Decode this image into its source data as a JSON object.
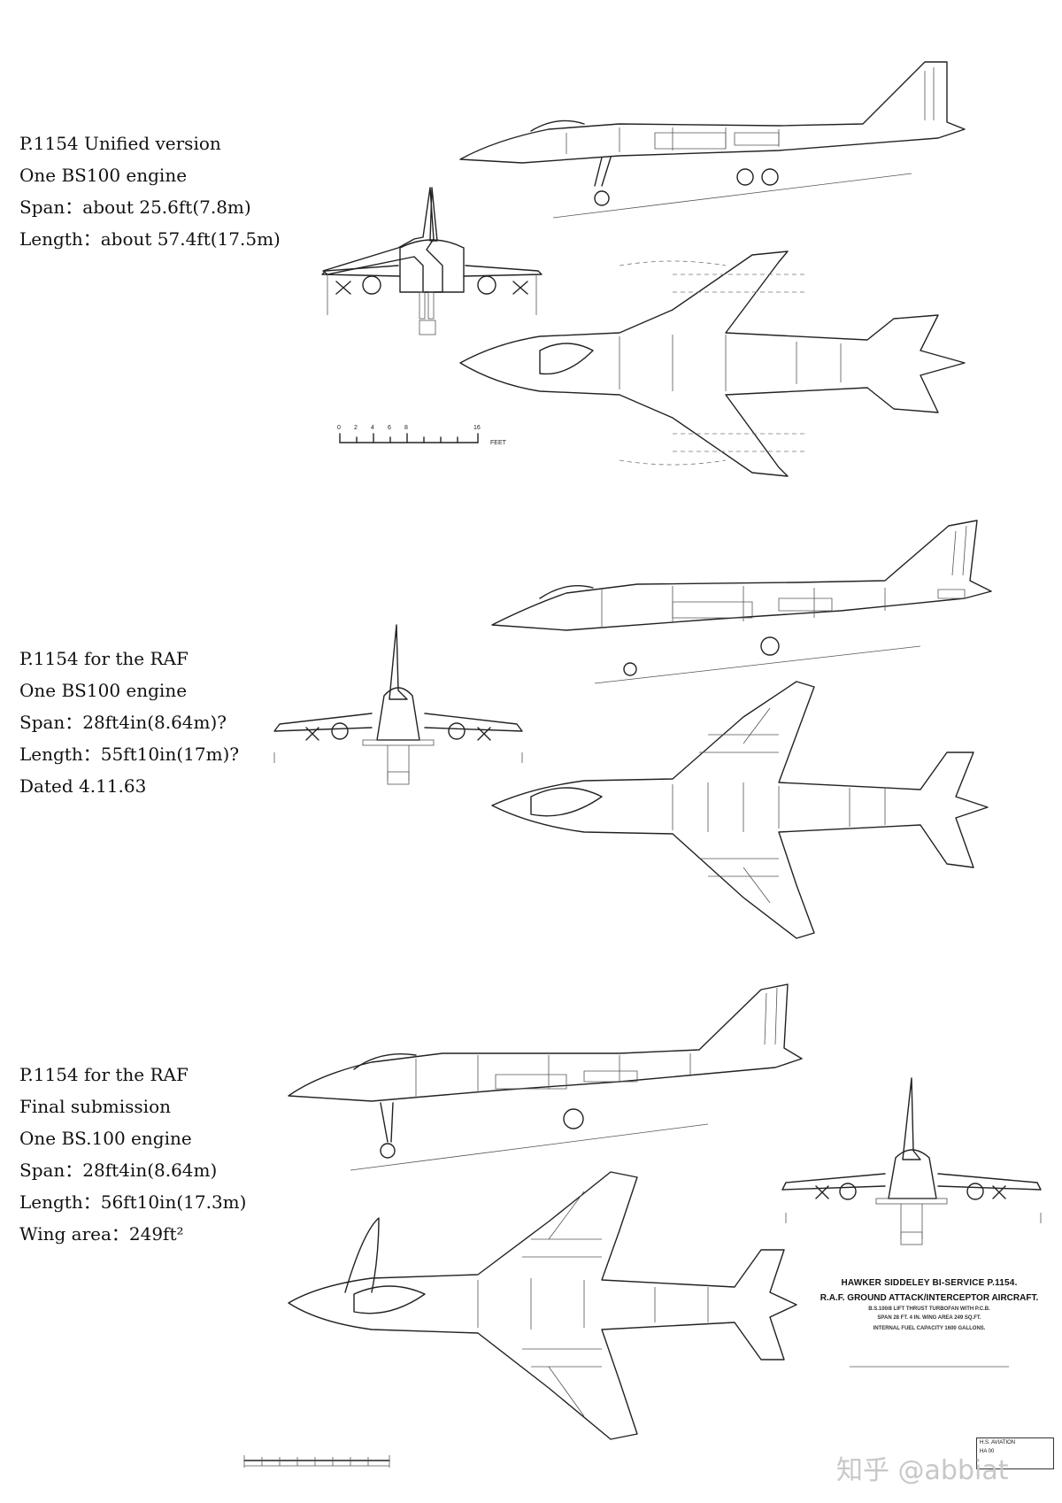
{
  "variants": [
    {
      "lines": [
        "P.1154 Unified version",
        "One BS100 engine",
        "Span：about 25.6ft(7.8m)",
        "Length：about 57.4ft(17.5m)"
      ]
    },
    {
      "lines": [
        "P.1154 for the RAF",
        "One BS100 engine",
        "Span：28ft4in(8.64m)?",
        "Length：55ft10in(17m)?",
        "Dated 4.11.63"
      ]
    },
    {
      "lines": [
        "P.1154 for the RAF",
        "Final submission",
        "One BS.100 engine",
        "Span：28ft4in(8.64m)",
        "Length：56ft10in(17.3m)",
        "Wing area：249ft²"
      ]
    }
  ],
  "scale_bar": {
    "ticks": [
      "0",
      "2",
      "4",
      "6",
      "8",
      "16"
    ],
    "unit": "FEET"
  },
  "drawing_title": {
    "line1": "HAWKER SIDDELEY BI-SERVICE P.1154.",
    "line2": "R.A.F. GROUND ATTACK/INTERCEPTOR AIRCRAFT.",
    "line3": "B.S.100/8 LIFT THRUST TURBOFAN WITH P.C.B.",
    "line4": "SPAN 28 FT. 4 IN.   WING AREA 249 SQ.FT.",
    "line5": "INTERNAL FUEL CAPACITY 1600 GALLONS."
  },
  "watermark": "知乎 @abbiat",
  "stamp": [
    "H.S. AVIATION",
    "HA 00"
  ]
}
